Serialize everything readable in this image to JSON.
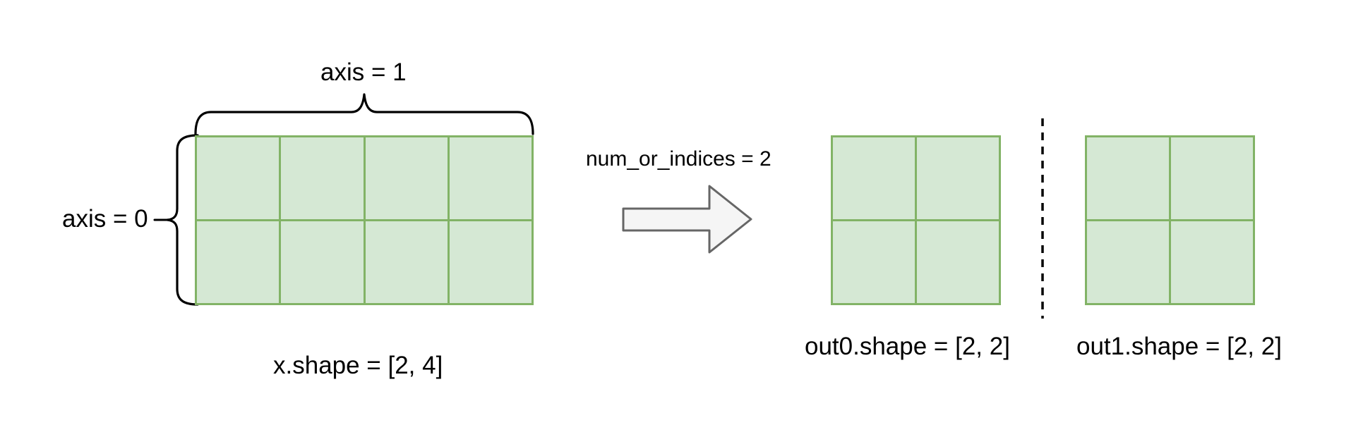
{
  "diagram": {
    "axis1_label": "axis = 1",
    "axis0_label": "axis = 0",
    "input_shape_label": "x.shape = [2, 4]",
    "operation_label": "num_or_indices = 2",
    "input_grid": {
      "rows": 2,
      "cols": 4
    },
    "output_grids": [
      {
        "label": "out0.shape = [2, 2]",
        "rows": 2,
        "cols": 2
      },
      {
        "label": "out1.shape = [2, 2]",
        "rows": 2,
        "cols": 2
      }
    ],
    "colors": {
      "cell_fill": "#d5e8d4",
      "cell_border": "#82b366",
      "line_color": "#000000",
      "arrow_fill": "#f5f5f5",
      "arrow_stroke": "#666666"
    }
  }
}
